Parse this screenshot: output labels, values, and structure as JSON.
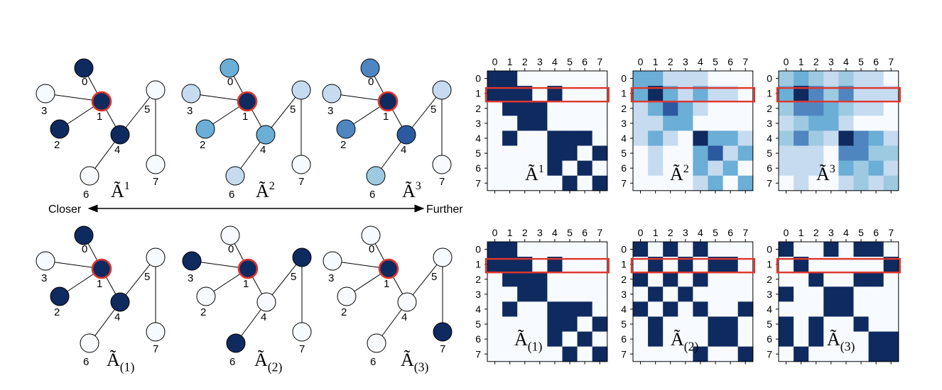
{
  "colors": {
    "node_edge": "#000000",
    "center_edge": "#e0362d",
    "highlight": "#e0362d",
    "row_box": "#e0362d",
    "palette": [
      "#f7fbff",
      "#c6dbef",
      "#9ecae1",
      "#6baed6",
      "#4f86c0",
      "#2c5aa0",
      "#0f2a5f"
    ]
  },
  "axis": {
    "left": "Closer",
    "right": "Further"
  },
  "graph": {
    "nodes": [
      "0",
      "1",
      "2",
      "3",
      "4",
      "5",
      "6",
      "7"
    ],
    "edges": [
      [
        0,
        1
      ],
      [
        1,
        3
      ],
      [
        1,
        2
      ],
      [
        1,
        4
      ],
      [
        4,
        5
      ],
      [
        4,
        6
      ],
      [
        5,
        7
      ]
    ],
    "center": 1
  },
  "panels": [
    {
      "name": "A1",
      "base": "Ã",
      "sup": "1",
      "sub": "",
      "levels": [
        6,
        6,
        6,
        0,
        6,
        0,
        0,
        0
      ]
    },
    {
      "name": "A2",
      "base": "Ã",
      "sup": "2",
      "sub": "",
      "levels": [
        3,
        6,
        3,
        1,
        3,
        1,
        1,
        0
      ]
    },
    {
      "name": "A3",
      "base": "Ã",
      "sup": "3",
      "sub": "",
      "levels": [
        4,
        6,
        4,
        1,
        5,
        1,
        2,
        0
      ]
    },
    {
      "name": "A(1)",
      "base": "Ã",
      "sup": "",
      "sub": "(1)",
      "levels": [
        6,
        6,
        6,
        0,
        6,
        0,
        0,
        0
      ]
    },
    {
      "name": "A(2)",
      "base": "Ã",
      "sup": "",
      "sub": "(2)",
      "levels": [
        0,
        6,
        0,
        6,
        0,
        6,
        6,
        0
      ]
    },
    {
      "name": "A(3)",
      "base": "Ã",
      "sup": "",
      "sub": "(3)",
      "levels": [
        0,
        6,
        0,
        0,
        0,
        0,
        0,
        6
      ]
    }
  ],
  "matrices": [
    {
      "name": "A1",
      "base": "Ã",
      "sup": "1",
      "sub": "",
      "ticks": [
        "0",
        "1",
        "2",
        "3",
        "4",
        "5",
        "6",
        "7"
      ],
      "values": [
        [
          6,
          6,
          0,
          0,
          0,
          0,
          0,
          0
        ],
        [
          6,
          6,
          6,
          0,
          6,
          0,
          0,
          0
        ],
        [
          0,
          6,
          6,
          6,
          0,
          0,
          0,
          0
        ],
        [
          0,
          0,
          6,
          6,
          0,
          0,
          0,
          0
        ],
        [
          0,
          6,
          0,
          0,
          6,
          6,
          6,
          0
        ],
        [
          0,
          0,
          0,
          0,
          6,
          6,
          0,
          6
        ],
        [
          0,
          0,
          0,
          0,
          6,
          0,
          6,
          0
        ],
        [
          0,
          0,
          0,
          0,
          0,
          6,
          0,
          6
        ]
      ]
    },
    {
      "name": "A2",
      "base": "Ã",
      "sup": "2",
      "sub": "",
      "ticks": [
        "0",
        "1",
        "2",
        "3",
        "4",
        "5",
        "6",
        "7"
      ],
      "values": [
        [
          3,
          3,
          1,
          1,
          1,
          0,
          0,
          0
        ],
        [
          3,
          6,
          3,
          1,
          3,
          1,
          1,
          0
        ],
        [
          1,
          3,
          5,
          3,
          1,
          0,
          0,
          0
        ],
        [
          1,
          1,
          3,
          3,
          0,
          0,
          0,
          0
        ],
        [
          1,
          3,
          1,
          0,
          6,
          3,
          3,
          1
        ],
        [
          0,
          1,
          0,
          0,
          3,
          5,
          1,
          3
        ],
        [
          0,
          1,
          0,
          0,
          3,
          1,
          3,
          0
        ],
        [
          0,
          0,
          0,
          0,
          1,
          3,
          0,
          3
        ]
      ]
    },
    {
      "name": "A3",
      "base": "Ã",
      "sup": "3",
      "sub": "",
      "ticks": [
        "0",
        "1",
        "2",
        "3",
        "4",
        "5",
        "6",
        "7"
      ],
      "values": [
        [
          2,
          3,
          2,
          1,
          2,
          1,
          1,
          0
        ],
        [
          3,
          6,
          4,
          2,
          4,
          1,
          1,
          1
        ],
        [
          2,
          4,
          4,
          3,
          2,
          1,
          1,
          0
        ],
        [
          1,
          2,
          3,
          3,
          1,
          0,
          0,
          0
        ],
        [
          2,
          4,
          2,
          1,
          6,
          4,
          3,
          1
        ],
        [
          1,
          1,
          1,
          0,
          4,
          4,
          2,
          2
        ],
        [
          1,
          1,
          1,
          0,
          3,
          2,
          3,
          1
        ],
        [
          0,
          1,
          0,
          0,
          1,
          2,
          1,
          2
        ]
      ]
    },
    {
      "name": "A(1)",
      "base": "Ã",
      "sup": "",
      "sub": "(1)",
      "ticks": [
        "0",
        "1",
        "2",
        "3",
        "4",
        "5",
        "6",
        "7"
      ],
      "values": [
        [
          6,
          6,
          0,
          0,
          0,
          0,
          0,
          0
        ],
        [
          6,
          6,
          6,
          0,
          6,
          0,
          0,
          0
        ],
        [
          0,
          6,
          6,
          6,
          0,
          0,
          0,
          0
        ],
        [
          0,
          0,
          6,
          6,
          0,
          0,
          0,
          0
        ],
        [
          0,
          6,
          0,
          0,
          6,
          6,
          6,
          0
        ],
        [
          0,
          0,
          0,
          0,
          6,
          6,
          0,
          6
        ],
        [
          0,
          0,
          0,
          0,
          6,
          0,
          6,
          0
        ],
        [
          0,
          0,
          0,
          0,
          0,
          6,
          0,
          6
        ]
      ]
    },
    {
      "name": "A(2)",
      "base": "Ã",
      "sup": "",
      "sub": "(2)",
      "ticks": [
        "0",
        "1",
        "2",
        "3",
        "4",
        "5",
        "6",
        "7"
      ],
      "values": [
        [
          6,
          0,
          6,
          0,
          6,
          0,
          0,
          0
        ],
        [
          0,
          6,
          0,
          6,
          0,
          6,
          6,
          0
        ],
        [
          6,
          0,
          6,
          0,
          6,
          0,
          0,
          0
        ],
        [
          0,
          6,
          0,
          6,
          0,
          0,
          0,
          0
        ],
        [
          6,
          0,
          6,
          0,
          6,
          0,
          0,
          6
        ],
        [
          0,
          6,
          0,
          0,
          0,
          6,
          6,
          0
        ],
        [
          0,
          6,
          0,
          0,
          0,
          6,
          6,
          0
        ],
        [
          0,
          0,
          0,
          0,
          6,
          0,
          0,
          6
        ]
      ]
    },
    {
      "name": "A(3)",
      "base": "Ã",
      "sup": "",
      "sub": "(3)",
      "ticks": [
        "0",
        "1",
        "2",
        "3",
        "4",
        "5",
        "6",
        "7"
      ],
      "values": [
        [
          6,
          0,
          0,
          6,
          0,
          6,
          6,
          0
        ],
        [
          0,
          6,
          0,
          0,
          0,
          0,
          0,
          6
        ],
        [
          0,
          0,
          6,
          0,
          0,
          6,
          6,
          0
        ],
        [
          6,
          0,
          0,
          6,
          6,
          0,
          0,
          0
        ],
        [
          0,
          0,
          0,
          6,
          6,
          0,
          0,
          0
        ],
        [
          6,
          0,
          6,
          0,
          0,
          6,
          0,
          0
        ],
        [
          6,
          0,
          6,
          0,
          0,
          0,
          6,
          6
        ],
        [
          0,
          6,
          0,
          0,
          0,
          0,
          6,
          6
        ]
      ]
    }
  ]
}
